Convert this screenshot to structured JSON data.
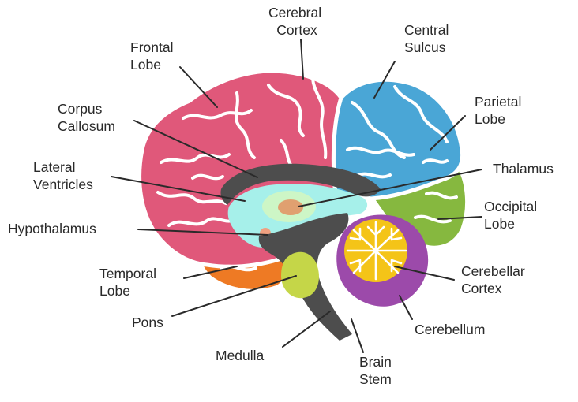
{
  "colors": {
    "frontal": "#e0587a",
    "parietal": "#4aa6d6",
    "occipital": "#86b83f",
    "temporal": "#ee7a24",
    "cerebellum": "#9c4aaa",
    "cerebellar_cortex": "#f4c418",
    "pons": "#c5d648",
    "brain_stem": "#4d4d4d",
    "ventricles": "#a6f0ea",
    "thalamus_ring": "#cdf6c6",
    "thalamus": "#e0a070",
    "hypothalamus": "#f0a080",
    "label_text": "#2a2a2a"
  },
  "labels": {
    "cerebral_cortex": [
      "Cerebral",
      "Cortex"
    ],
    "frontal_lobe": [
      "Frontal",
      "Lobe"
    ],
    "central_sulcus": [
      "Central",
      "Sulcus"
    ],
    "corpus_callosum": [
      "Corpus",
      "Callosum"
    ],
    "parietal_lobe": [
      "Parietal",
      "Lobe"
    ],
    "thalamus": [
      "Thalamus"
    ],
    "lateral_ventricles": [
      "Lateral",
      "Ventricles"
    ],
    "occipital_lobe": [
      "Occipital",
      "Lobe"
    ],
    "hypothalamus": [
      "Hypothalamus"
    ],
    "temporal_lobe": [
      "Temporal",
      "Lobe"
    ],
    "cerebellar_cortex": [
      "Cerebellar",
      "Cortex"
    ],
    "pons": [
      "Pons"
    ],
    "cerebellum": [
      "Cerebellum"
    ],
    "medulla": [
      "Medulla"
    ],
    "brain_stem": [
      "Brain",
      "Stem"
    ]
  }
}
